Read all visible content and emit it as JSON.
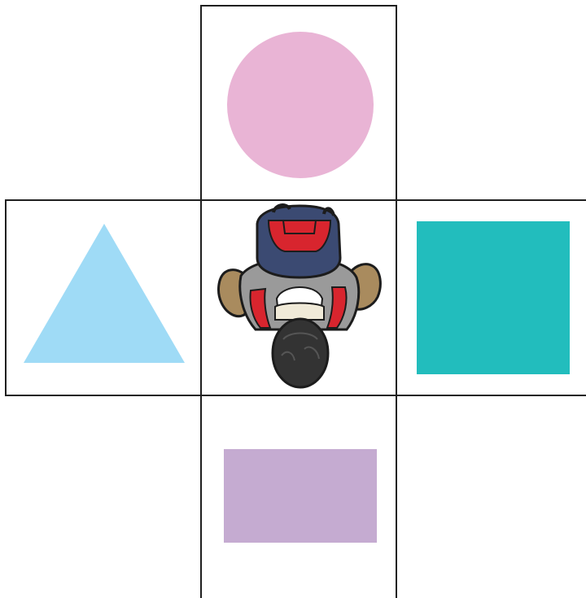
{
  "grid": {
    "cells": [
      {
        "id": "top",
        "shape": "circle",
        "color": "#e9b4d5"
      },
      {
        "id": "left",
        "shape": "triangle",
        "color": "#9fdbf6"
      },
      {
        "id": "center",
        "content": "person-top-view-icon",
        "backpack_color": "#3b4a72",
        "strap_color": "#d8252e",
        "hair_color": "#333333"
      },
      {
        "id": "right",
        "shape": "square",
        "color": "#22bdbd"
      },
      {
        "id": "bottom",
        "shape": "rectangle",
        "color": "#c5abd1"
      }
    ],
    "border_color": "#1f1f1f"
  }
}
